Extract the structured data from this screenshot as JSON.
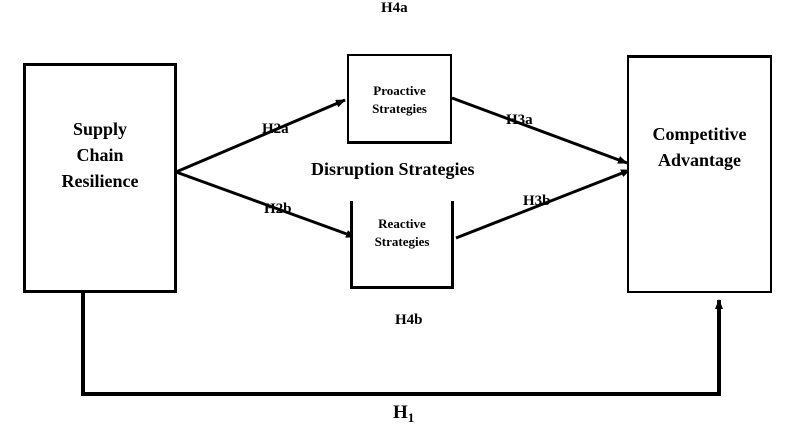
{
  "diagram": {
    "nodes": {
      "supply_chain_resilience": "Supply\nChain\nResilience",
      "proactive_strategies": "Proactive\nStrategies",
      "reactive_strategies": "Reactive\nStrategies",
      "competitive_advantage": "Competitive\nAdvantage"
    },
    "mediator_group_label": "Disruption Strategies",
    "hypotheses": {
      "h4a": "H4a",
      "h2a": "H2a",
      "h3a": "H3a",
      "h2b": "H2b",
      "h3b": "H3b",
      "h4b": "H4b",
      "h1_base": "H",
      "h1_sub": "1"
    },
    "colors": {
      "line": "#000000",
      "background": "#ffffff"
    }
  }
}
